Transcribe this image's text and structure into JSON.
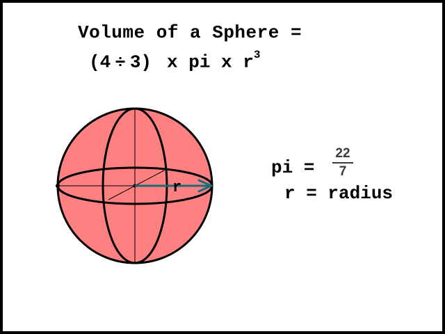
{
  "title": "Volume of a Sphere =",
  "formula": {
    "open": "(4",
    "divide_symbol": "÷",
    "close": "3)",
    "rest": "x pi x r",
    "exponent": "3"
  },
  "pi_definition": {
    "label": "pi =",
    "numerator": "22",
    "denominator": "7"
  },
  "radius_definition": "r = radius",
  "diagram": {
    "radius_label": "r",
    "sphere_fill": "#ff8080",
    "arrow_color": "#1a6b78",
    "outline_color": "#000000"
  }
}
